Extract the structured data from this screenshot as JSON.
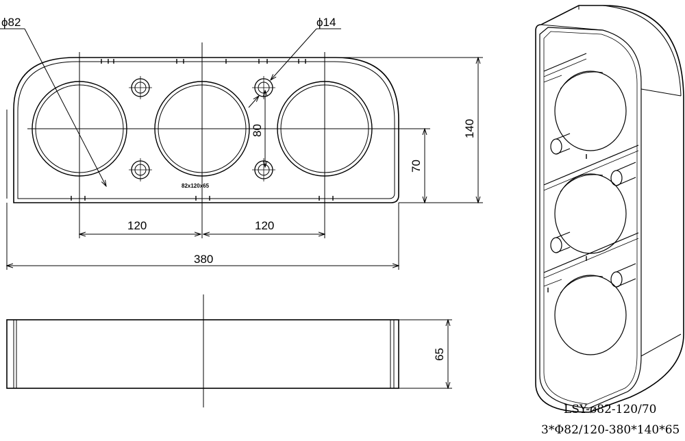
{
  "labels": {
    "dia_large": "ϕ82",
    "dia_small": "ϕ14",
    "dim_120_left": "120",
    "dim_120_right": "120",
    "dim_380": "380",
    "dim_80": "80",
    "dim_70": "70",
    "dim_140": "140",
    "dim_65": "65",
    "inner_text": "82x120x65"
  },
  "caption": {
    "model": "LSY-ø82-120/70",
    "spec": "3*Φ82/120-380*140*65"
  }
}
